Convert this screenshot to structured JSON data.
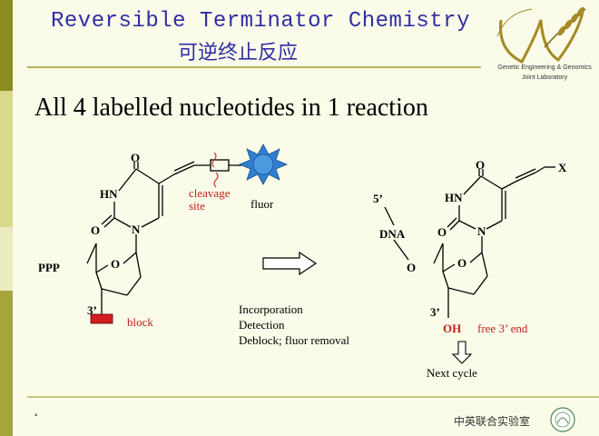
{
  "title": "Reversible Terminator Chemistry",
  "title_zh": "可逆终止反应",
  "subtitle": "All 4 labelled nucleotides in 1 reaction",
  "logo": {
    "icon": "wheat-w-logo",
    "line1": "Genetic Engineering & Genomics",
    "line2": "Joint Laboratory",
    "colors": {
      "primary": "#a58a25",
      "accent": "#7a6a1a"
    }
  },
  "left_molecule": {
    "carbonyl_o": "O",
    "hn": "HN",
    "n": "N",
    "o2": "O",
    "sugar_o": "O",
    "ppp": "PPP",
    "three_prime": "3’",
    "cleavage_site": [
      "cleavage",
      "site"
    ],
    "fluor": "fluor",
    "block": "block"
  },
  "arrow_steps": [
    "Incorporation",
    "Detection",
    "Deblock; fluor removal"
  ],
  "right_molecule": {
    "x_group": "X",
    "carbonyl_o": "O",
    "hn": "HN",
    "n": "N",
    "o2": "O",
    "five_prime": "5’",
    "dna": "DNA",
    "link_o": "O",
    "sugar_o": "O",
    "three_prime": "3’",
    "oh": "OH",
    "free_end": "free 3’ end",
    "next_cycle": "Next cycle"
  },
  "footer": {
    "lab_zh": "中英联合实验室",
    "bullet": "▪"
  },
  "colors": {
    "title": "#2f2fa5",
    "label_red": "#c0221b",
    "fluor_fill": "#2f7fd0",
    "divider": "#b9b25a",
    "strip_dark": "#8c8c1f",
    "strip_light": "#d8d98a"
  }
}
